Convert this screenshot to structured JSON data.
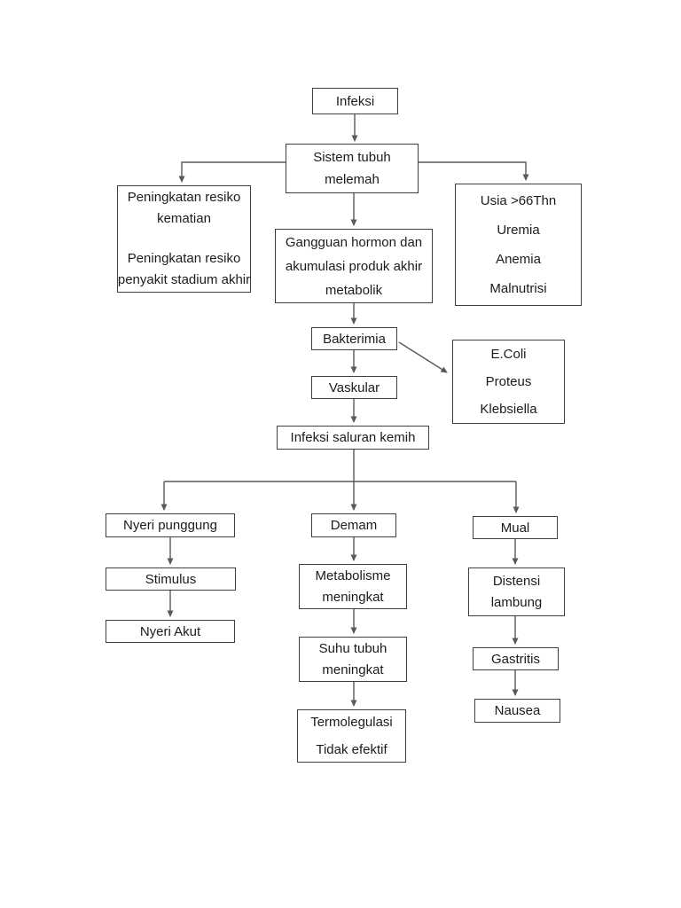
{
  "page": {
    "kind": "flowchart-document",
    "background": "#ffffff"
  },
  "colors": {
    "box_border": "#3f3f3f",
    "arrow": "#595959",
    "text": "#1c1c1c"
  },
  "diagram": {
    "boxes": {
      "infeksi": {
        "paras": [
          [
            "Infeksi"
          ]
        ]
      },
      "sistem_tubuh": {
        "paras": [
          [
            "Sistem tubuh",
            "melemah"
          ]
        ]
      },
      "resiko": {
        "paras": [
          [
            "Peningkatan resiko",
            "kematian"
          ],
          [
            "Peningkatan resiko",
            "penyakit stadium akhir"
          ]
        ]
      },
      "usia": {
        "paras": [
          [
            "Usia >66Thn",
            "Uremia",
            "Anemia",
            "Malnutrisi"
          ]
        ]
      },
      "gangguan": {
        "paras": [
          [
            "Gangguan hormon dan",
            "akumulasi produk akhir",
            "metabolik"
          ]
        ]
      },
      "bakterimia": {
        "paras": [
          [
            "Bakterimia"
          ]
        ]
      },
      "bakteri": {
        "paras": [
          [
            "E.Coli",
            "Proteus",
            "Klebsiella"
          ]
        ]
      },
      "vaskular": {
        "paras": [
          [
            "Vaskular"
          ]
        ]
      },
      "infeksi_saluran_kemih": {
        "paras": [
          [
            "Infeksi saluran kemih"
          ]
        ]
      },
      "nyeri_punggung": {
        "paras": [
          [
            "Nyeri punggung"
          ]
        ]
      },
      "stimulus": {
        "paras": [
          [
            "Stimulus"
          ]
        ]
      },
      "nyeri_akut": {
        "paras": [
          [
            "Nyeri Akut"
          ]
        ]
      },
      "demam": {
        "paras": [
          [
            "Demam"
          ]
        ]
      },
      "metabolisme": {
        "paras": [
          [
            "Metabolisme",
            "meningkat"
          ]
        ]
      },
      "suhu_tubuh": {
        "paras": [
          [
            "Suhu tubuh",
            "meningkat"
          ]
        ]
      },
      "termoregulasi": {
        "paras": [
          [
            "Termolegulasi"
          ],
          [
            "Tidak efektif"
          ]
        ]
      },
      "mual": {
        "paras": [
          [
            "Mual"
          ]
        ]
      },
      "distensi": {
        "paras": [
          [
            "Distensi",
            "lambung"
          ]
        ]
      },
      "gastritis": {
        "paras": [
          [
            "Gastritis"
          ]
        ]
      },
      "nausea": {
        "paras": [
          [
            "Nausea"
          ]
        ]
      }
    }
  }
}
